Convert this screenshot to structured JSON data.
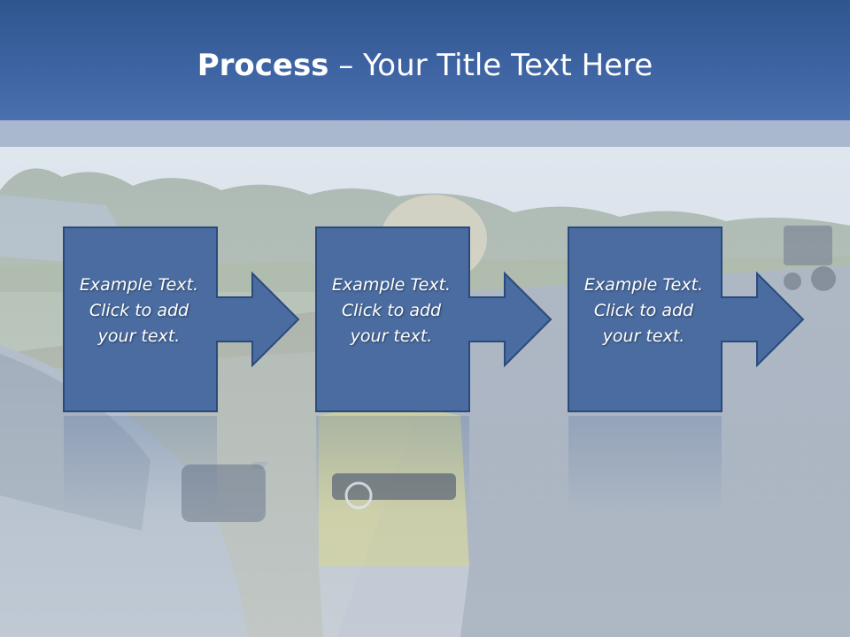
{
  "slide": {
    "title_bold": "Process",
    "title_rest": " – Your Title Text Here"
  },
  "steps": [
    {
      "line1": "Example Text.",
      "line2": "Click  to add",
      "line3": "your text."
    },
    {
      "line1": "Example Text.",
      "line2": "Click  to add",
      "line3": "your text."
    },
    {
      "line1": "Example Text.",
      "line2": "Click  to add",
      "line3": "your text."
    }
  ],
  "colors": {
    "header": "#3d63a2",
    "band": "#a9b7cf",
    "step_fill": "#4a6ca0",
    "step_stroke": "#2b4a7c",
    "text": "#ffffff"
  },
  "icons": {
    "arrow": "right-arrow-icon"
  }
}
